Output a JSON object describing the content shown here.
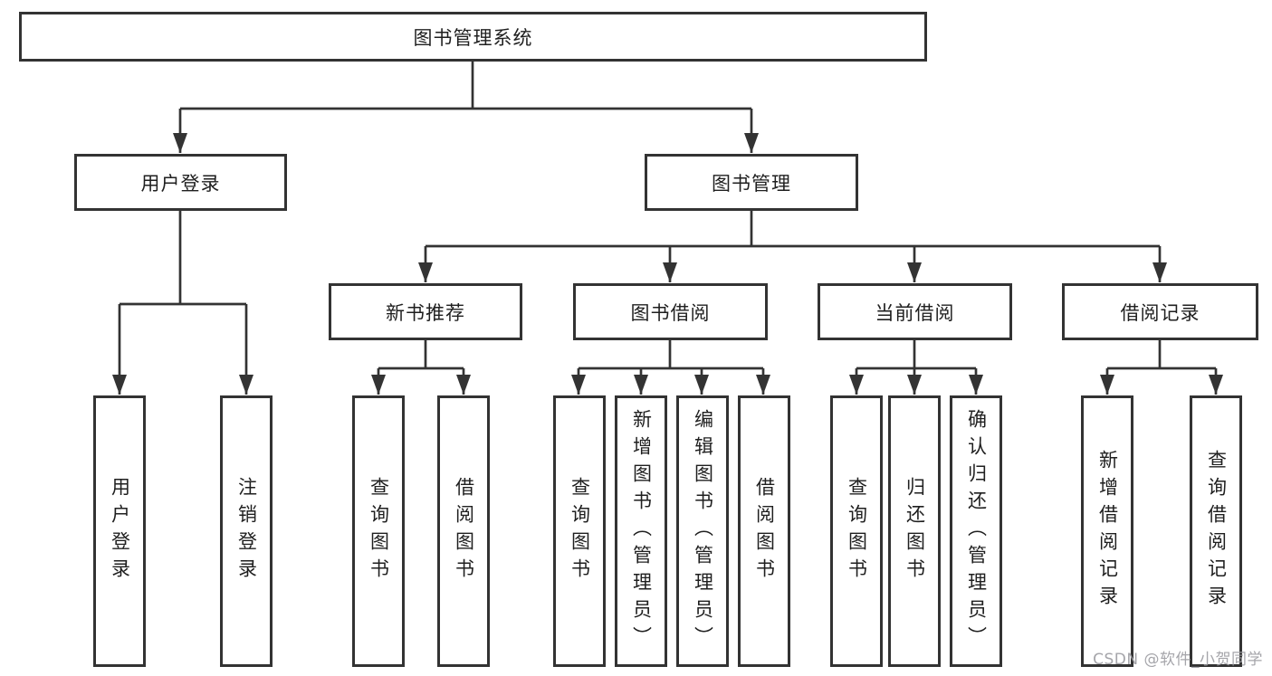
{
  "diagram": {
    "tree": {
      "root": {
        "label": "图书管理系统",
        "children": [
          {
            "label": "用户登录",
            "children": [
              {
                "label": "用户登录"
              },
              {
                "label": "注销登录"
              }
            ]
          },
          {
            "label": "图书管理",
            "children": [
              {
                "label": "新书推荐",
                "children": [
                  {
                    "label": "查询图书"
                  },
                  {
                    "label": "借阅图书"
                  }
                ]
              },
              {
                "label": "图书借阅",
                "children": [
                  {
                    "label": "查询图书"
                  },
                  {
                    "label": "新增图书（管理员）"
                  },
                  {
                    "label": "编辑图书（管理员）"
                  },
                  {
                    "label": "借阅图书"
                  }
                ]
              },
              {
                "label": "当前借阅",
                "children": [
                  {
                    "label": "查询图书"
                  },
                  {
                    "label": "归还图书"
                  },
                  {
                    "label": "确认归还（管理员）"
                  }
                ]
              },
              {
                "label": "借阅记录",
                "children": [
                  {
                    "label": "新增借阅记录"
                  },
                  {
                    "label": "查询借阅记录"
                  }
                ]
              }
            ]
          }
        ]
      }
    },
    "colors": {
      "line": "#333333",
      "text": "#1f1f1f",
      "box_fill": "#ffffff",
      "watermark": "#9e9ea3"
    }
  },
  "watermark": {
    "text": "CSDN @软件_小贺同学"
  }
}
